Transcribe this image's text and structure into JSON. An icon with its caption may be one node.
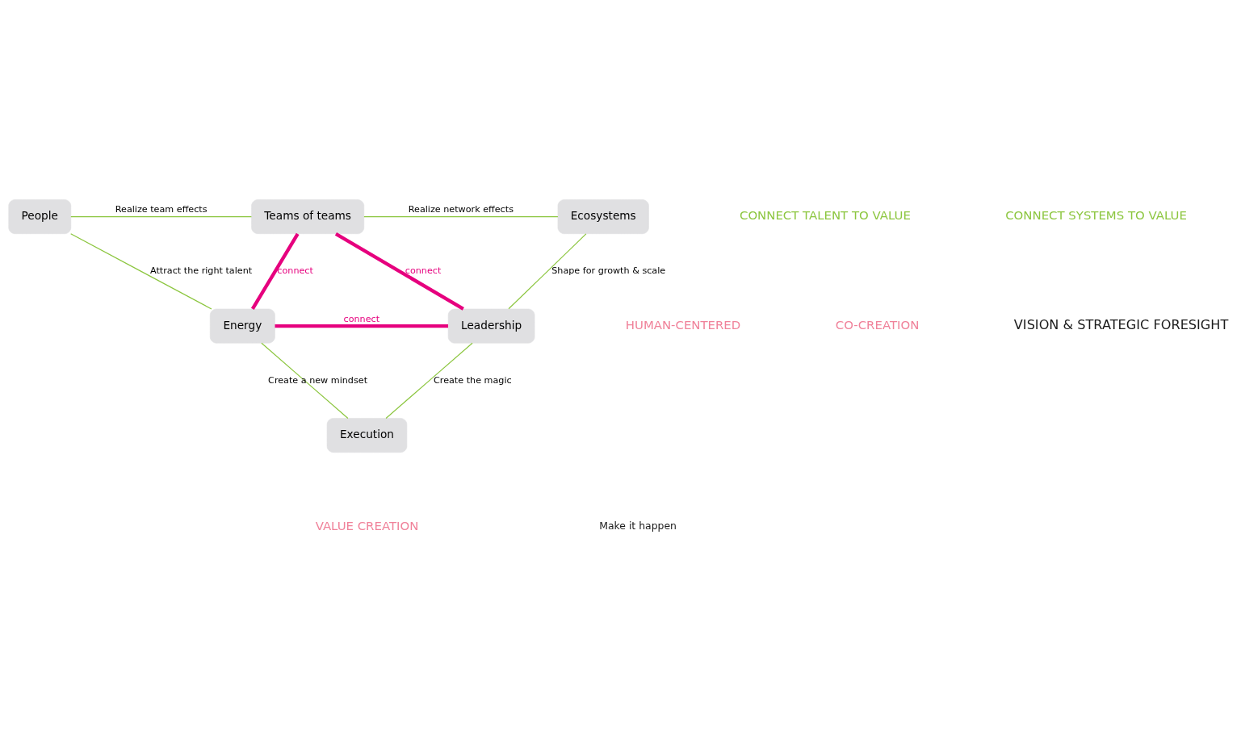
{
  "diagram": {
    "nodes": [
      {
        "text": [
          "People"
        ]
      },
      {
        "text": [
          "Teams of teams"
        ]
      },
      {
        "text": [
          "Ecosystems"
        ]
      },
      {
        "text": [
          "Energy"
        ]
      },
      {
        "text": [
          "Leadership"
        ]
      },
      {
        "text": [
          "Execution"
        ]
      }
    ],
    "edges": [
      {
        "from": 0,
        "to": 1,
        "arrow": "none",
        "label": "Realize team effects"
      },
      {
        "from": 1,
        "to": 2,
        "arrow": "none",
        "label": "Realize network effects"
      },
      {
        "from": 0,
        "to": 3,
        "arrow": "none",
        "label": "Attract the right talent"
      },
      {
        "from": 1,
        "to": 3,
        "arrow": "none",
        "label": "connect",
        "style": "thick",
        "color": "#e6007e"
      },
      {
        "from": 1,
        "to": 4,
        "arrow": "none",
        "label": "connect",
        "style": "thick",
        "color": "#e6007e"
      },
      {
        "from": 2,
        "to": 4,
        "arrow": "none",
        "label": "Shape for growth & scale"
      },
      {
        "from": 3,
        "to": 4,
        "arrow": "none",
        "label": "connect",
        "style": "thick",
        "color": "#e6007e"
      },
      {
        "from": 3,
        "to": 5,
        "arrow": "none",
        "label": "Create a new mindset"
      },
      {
        "from": 4,
        "to": 5,
        "arrow": "none",
        "label": "Create the magic"
      }
    ],
    "labels": [
      "HUMAN-CENTERED",
      "CO-CREATION",
      "VISION & STRATEGIC FORESIGHT",
      "CONNECT TALENT TO VALUE",
      "VALUE CREATION",
      "CONNECT SYSTEMS TO VALUE",
      "Make it happen"
    ]
  }
}
